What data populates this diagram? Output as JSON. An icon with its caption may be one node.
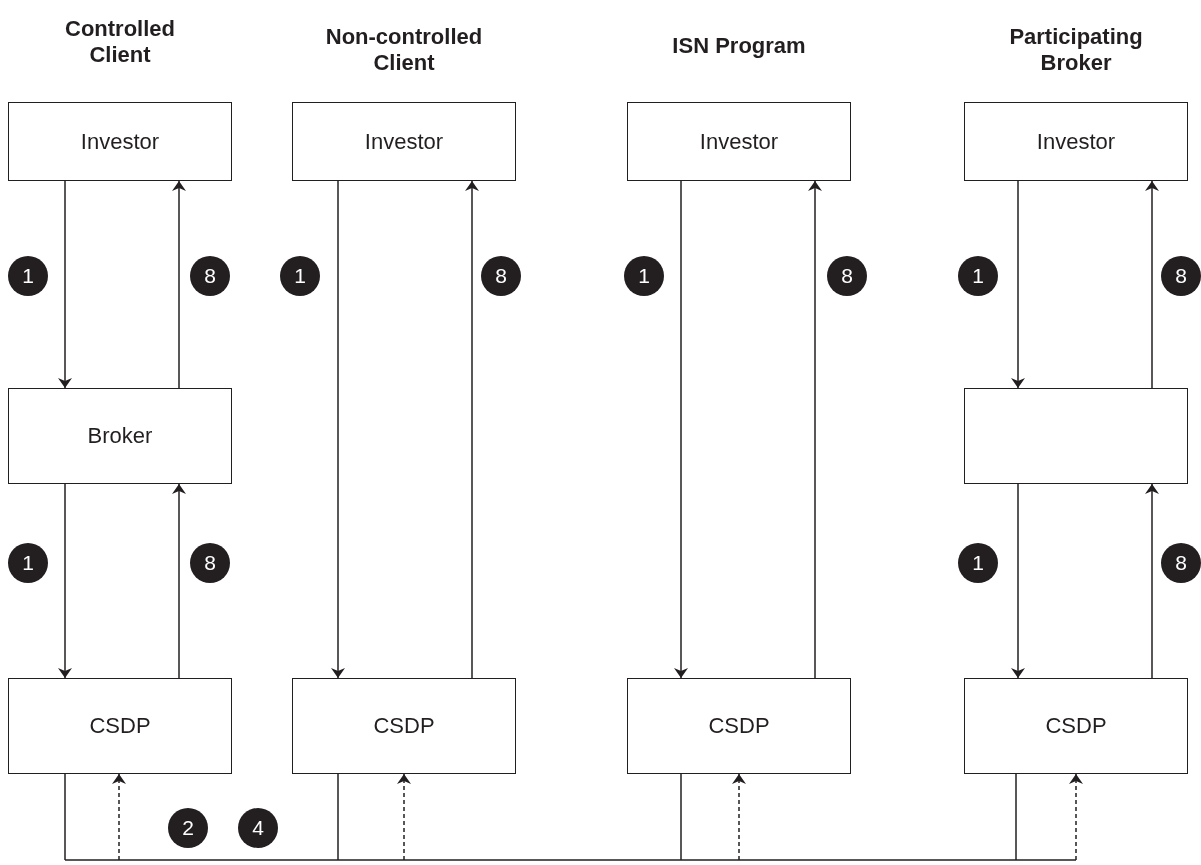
{
  "diagram": {
    "nodes": [
      {
        "text": [
          "Investor"
        ]
      },
      {
        "text": [
          "Investor"
        ]
      },
      {
        "text": [
          "Investor"
        ]
      },
      {
        "text": [
          "Investor"
        ]
      },
      {
        "text": [
          "Broker"
        ]
      },
      {
        "text": [],
        "shape": "box"
      },
      {
        "text": [
          "CSDP"
        ]
      },
      {
        "text": [
          "CSDP"
        ]
      },
      {
        "text": [
          "CSDP"
        ]
      },
      {
        "text": [
          "CSDP"
        ]
      }
    ],
    "edges": [
      {
        "from": 0,
        "to": 4,
        "arrow": "to"
      },
      {
        "from": 4,
        "to": 0,
        "arrow": "to"
      },
      {
        "from": 4,
        "to": 6,
        "arrow": "to"
      },
      {
        "from": 6,
        "to": 4,
        "arrow": "to"
      },
      {
        "from": 1,
        "to": 7,
        "arrow": "to"
      },
      {
        "from": 7,
        "to": 1,
        "arrow": "to"
      },
      {
        "from": 2,
        "to": 8,
        "arrow": "to"
      },
      {
        "from": 8,
        "to": 2,
        "arrow": "to"
      },
      {
        "from": 3,
        "to": 5,
        "arrow": "to"
      },
      {
        "from": 5,
        "to": 3,
        "arrow": "to"
      },
      {
        "from": 5,
        "to": 9,
        "arrow": "to"
      },
      {
        "from": 9,
        "to": 5,
        "arrow": "to"
      },
      {
        "from": 6,
        "to": null,
        "arrow": "none"
      },
      {
        "from": 7,
        "to": null,
        "arrow": "none"
      },
      {
        "from": 8,
        "to": null,
        "arrow": "none"
      },
      {
        "from": 9,
        "to": null,
        "arrow": "none"
      },
      {
        "from": null,
        "to": 6,
        "arrow": "to",
        "style": "dashed"
      },
      {
        "from": null,
        "to": 7,
        "arrow": "to",
        "style": "dashed"
      },
      {
        "from": null,
        "to": 8,
        "arrow": "to",
        "style": "dashed"
      },
      {
        "from": null,
        "to": 9,
        "arrow": "to",
        "style": "dashed"
      }
    ],
    "labels": [
      "Controlled Client",
      "Non-controlled Client",
      "ISN Program",
      "Participating Broker",
      "1",
      "8",
      "1",
      "8",
      "1",
      "8",
      "1",
      "8",
      "1",
      "8",
      "1",
      "8",
      "2",
      "4"
    ]
  }
}
